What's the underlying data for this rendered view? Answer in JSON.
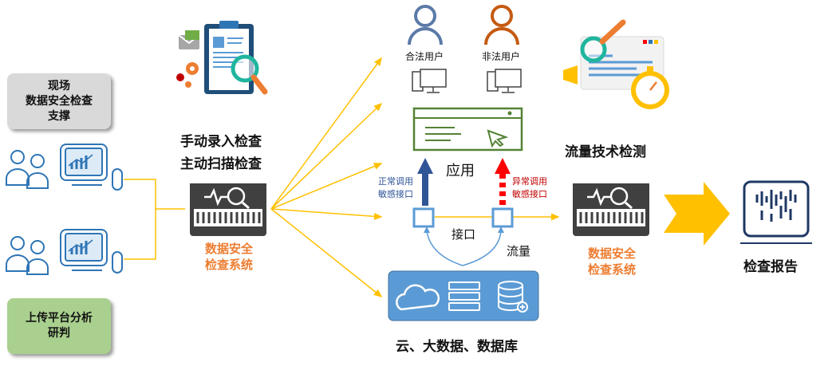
{
  "left_top_box": {
    "line1": "现场",
    "line2": "数据安全检查",
    "line3": "支撑"
  },
  "left_bottom_box": {
    "line1": "上传平台分析",
    "line2": "研判"
  },
  "manual_labels": {
    "line1": "手动录入检查",
    "line2": "主动扫描检查"
  },
  "left_system": {
    "line1": "数据安全",
    "line2": "检查系统"
  },
  "users": {
    "legal": "合法用户",
    "illegal": "非法用户"
  },
  "app_label": "应用",
  "normal_call": {
    "line1": "正常调用",
    "line2": "敏感接口"
  },
  "abnormal_call": {
    "line1": "异常调用",
    "line2": "敏感接口"
  },
  "interface_label": "接口",
  "traffic_label": "流量",
  "cloud_label": "云、大数据、数据库",
  "traffic_tech_label": "流量技术检测",
  "right_system": {
    "line1": "数据安全",
    "line2": "检查系统"
  },
  "report_label": "检查报告",
  "colors": {
    "orange": "#ed7d31",
    "navy": "#2f5597",
    "red": "#ff0000",
    "green_frame": "#548235",
    "gold_arrow": "#ffc000",
    "cloud_blue": "#5b9bd5"
  }
}
